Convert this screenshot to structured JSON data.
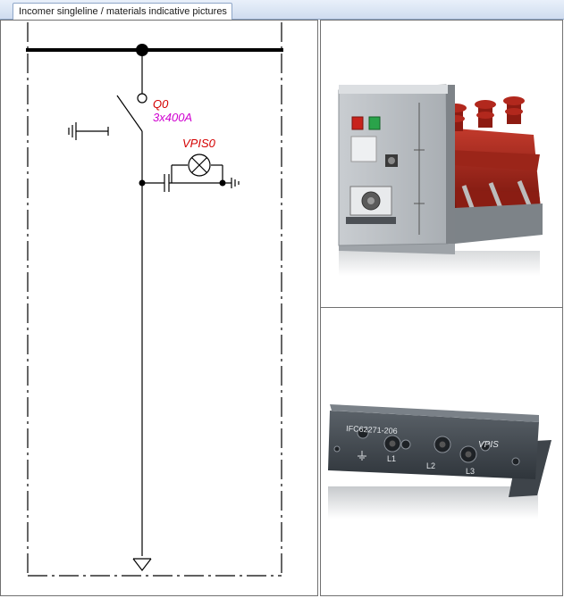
{
  "tabs": [
    {
      "label": "Incomer singleline / materials indicative pictures",
      "active": true
    }
  ],
  "schematic": {
    "breaker": {
      "tag": "Q0",
      "rating": "3x400A"
    },
    "indicator": {
      "tag": "VPIS0"
    }
  },
  "pictures": {
    "vpis_plate": {
      "model": "IFC62271-206",
      "phases": [
        "L1",
        "L2",
        "L3"
      ],
      "brand": "VPIS"
    }
  },
  "colors": {
    "tag_red": "#d40000",
    "rating_magenta": "#d000d0",
    "breaker_red": "#a31a14",
    "panel_grey": "#b9bec3"
  }
}
